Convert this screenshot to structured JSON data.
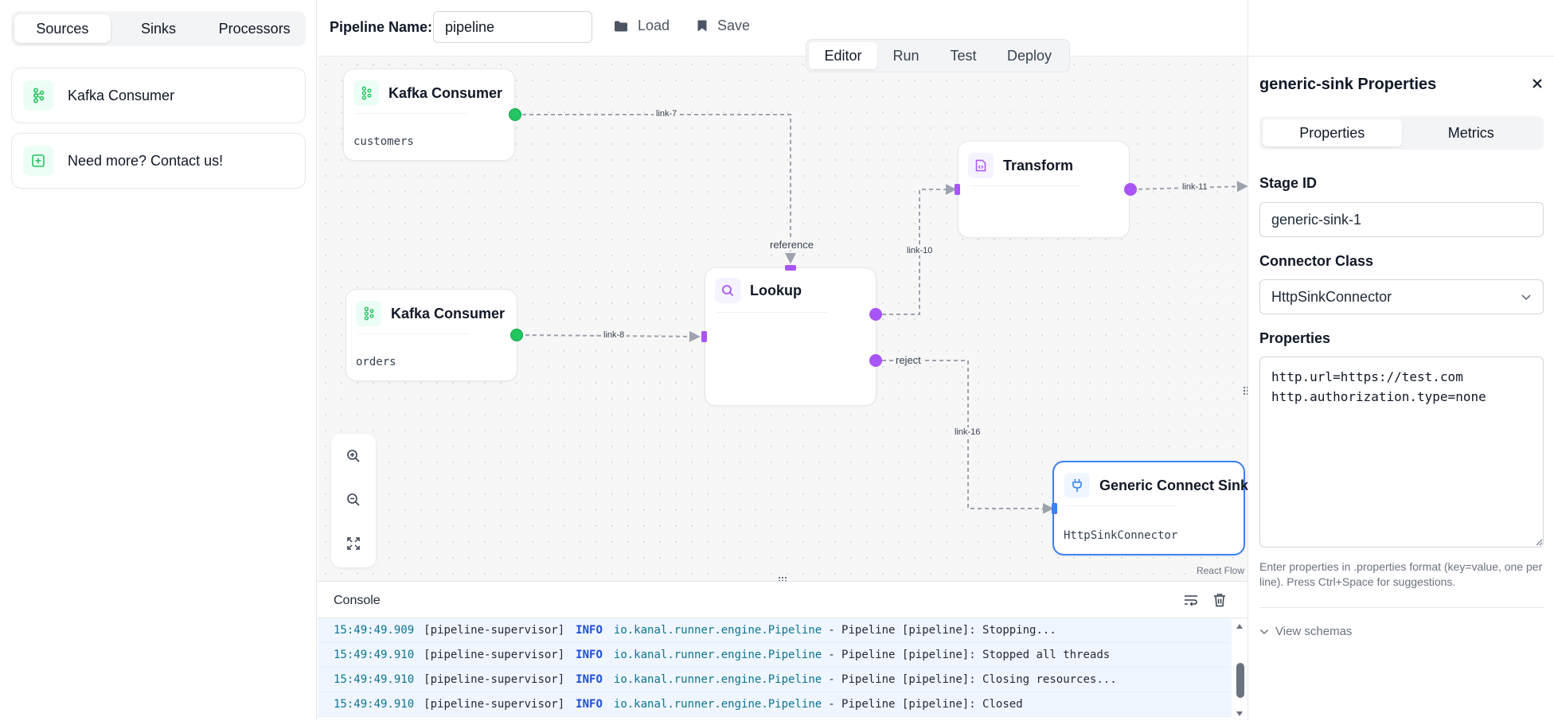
{
  "sidebar": {
    "tabs": [
      {
        "label": "Sources",
        "active": true
      },
      {
        "label": "Sinks",
        "active": false
      },
      {
        "label": "Processors",
        "active": false
      }
    ],
    "components": [
      {
        "label": "Kafka Consumer",
        "icon": "kafka-icon"
      },
      {
        "label": "Need more? Contact us!",
        "icon": "plus-square-icon"
      }
    ]
  },
  "topbar": {
    "pipeline_name_label": "Pipeline Name:",
    "pipeline_name_value": "pipeline",
    "load_label": "Load",
    "save_label": "Save"
  },
  "view_tabs": [
    {
      "label": "Editor",
      "active": true
    },
    {
      "label": "Run",
      "active": false
    },
    {
      "label": "Test",
      "active": false
    },
    {
      "label": "Deploy",
      "active": false
    }
  ],
  "canvas": {
    "nodes": {
      "kafka_customers": {
        "title": "Kafka Consumer",
        "subtitle": "customers",
        "icon": "kafka-icon"
      },
      "kafka_orders": {
        "title": "Kafka Consumer",
        "subtitle": "orders",
        "icon": "kafka-icon"
      },
      "lookup": {
        "title": "Lookup",
        "icon": "search-icon"
      },
      "transform": {
        "title": "Transform",
        "icon": "code-file-icon"
      },
      "generic_sink": {
        "title": "Generic Connect Sink",
        "subtitle": "HttpSinkConnector",
        "icon": "plug-icon",
        "selected": true
      }
    },
    "edge_labels": {
      "link7": "link-7",
      "link8": "link-8",
      "link10": "link-10",
      "link11": "link-11",
      "link16": "link-16",
      "reference": "reference",
      "reject": "reject"
    },
    "attribution": "React Flow",
    "colors": {
      "source_handle": "#22c55e",
      "processor_handle": "#a855f7",
      "selected_border": "#3b82f6",
      "edge": "#9ca3af"
    }
  },
  "console": {
    "title": "Console",
    "logs": [
      {
        "ts": "15:49:49.909",
        "thread": "[pipeline-supervisor]",
        "level": "INFO",
        "logger": "io.kanal.runner.engine.Pipeline",
        "msg": "- Pipeline [pipeline]: Stopping..."
      },
      {
        "ts": "15:49:49.910",
        "thread": "[pipeline-supervisor]",
        "level": "INFO",
        "logger": "io.kanal.runner.engine.Pipeline",
        "msg": "- Pipeline [pipeline]: Stopped all threads"
      },
      {
        "ts": "15:49:49.910",
        "thread": "[pipeline-supervisor]",
        "level": "INFO",
        "logger": "io.kanal.runner.engine.Pipeline",
        "msg": "- Pipeline [pipeline]: Closing resources..."
      },
      {
        "ts": "15:49:49.910",
        "thread": "[pipeline-supervisor]",
        "level": "INFO",
        "logger": "io.kanal.runner.engine.Pipeline",
        "msg": "- Pipeline [pipeline]: Closed"
      }
    ]
  },
  "panel": {
    "title": "generic-sink Properties",
    "tabs": [
      {
        "label": "Properties",
        "active": true
      },
      {
        "label": "Metrics",
        "active": false
      }
    ],
    "stage_id_label": "Stage ID",
    "stage_id_value": "generic-sink-1",
    "connector_class_label": "Connector Class",
    "connector_class_value": "HttpSinkConnector",
    "properties_label": "Properties",
    "properties_value": "http.url=https://test.com\nhttp.authorization.type=none",
    "properties_help": "Enter properties in .properties format (key=value, one per line). Press Ctrl+Space for suggestions.",
    "view_schemas_label": "View schemas"
  }
}
